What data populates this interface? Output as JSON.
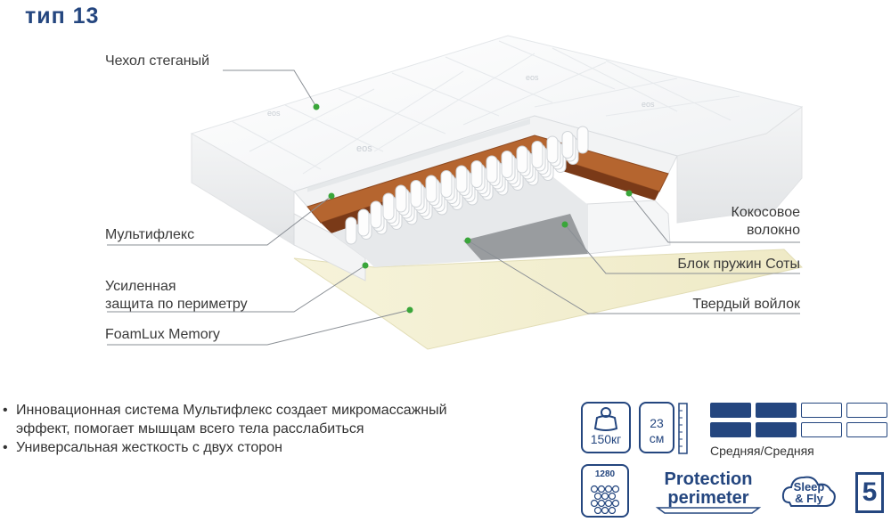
{
  "title": "тип 13",
  "layers": {
    "cover": "Чехол стеганый",
    "multiflex": "Мультифлекс",
    "perimeter_line1": "Усиленная",
    "perimeter_line2": "защита по периметру",
    "foam": "FoamLux Memory",
    "coconut_line1": "Кокосовое",
    "coconut_line2": "волокно",
    "springs": "Блок пружин Соты",
    "felt": "Твердый войлок"
  },
  "brand_mark": "eos",
  "features": [
    "Инновационная система Мультифлекс создает микромассажный",
    "эффект, помогает мышцам всего тела расслабиться",
    "Универсальная жесткость с двух сторон"
  ],
  "specs": {
    "max_weight": "150кг",
    "height_value": "23",
    "height_unit": "см",
    "firmness_label": "Средняя/Средняя",
    "firmness_side_a": 2,
    "firmness_side_b": 2,
    "firmness_scale": 4,
    "springs_count": "1280",
    "protection_line1": "Protection",
    "protection_line2": "perimeter",
    "sleep_line1": "Sleep",
    "sleep_line2": "& Fly",
    "warranty_years": "5"
  },
  "colors": {
    "brand_blue": "#24467f",
    "marker_green": "#3aa63a"
  }
}
